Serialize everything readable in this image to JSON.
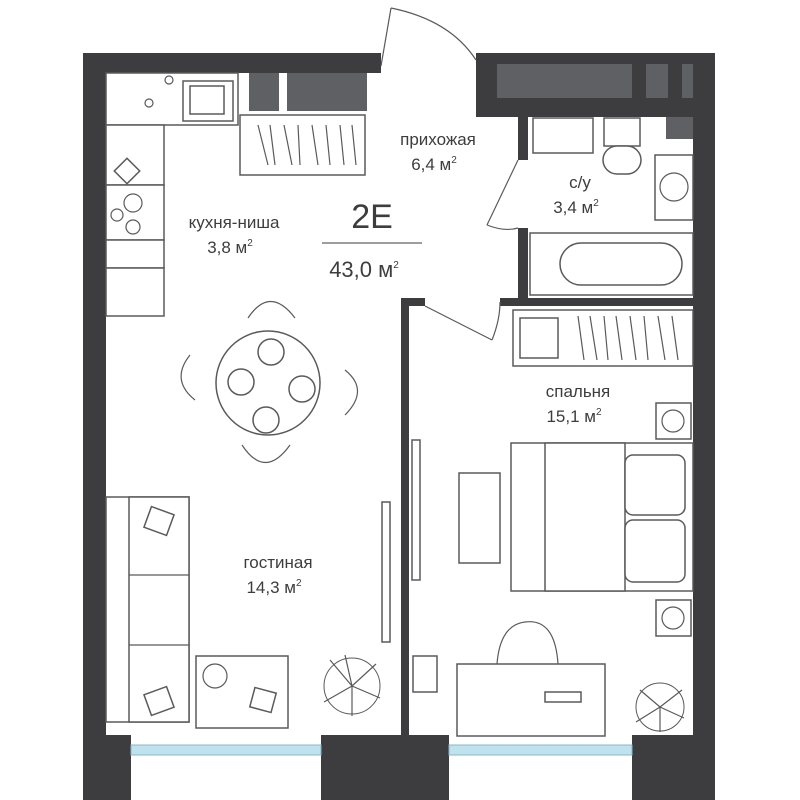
{
  "unit": {
    "code": "2E",
    "area_value": "43,0 м",
    "area_exp": "2"
  },
  "rooms": {
    "hallway": {
      "name": "прихожая",
      "area_value": "6,4 м",
      "area_exp": "2"
    },
    "bathroom": {
      "name": "с/у",
      "area_value": "3,4 м",
      "area_exp": "2"
    },
    "kitchen": {
      "name": "кухня-ниша",
      "area_value": "3,8 м",
      "area_exp": "2"
    },
    "bedroom": {
      "name": "спальня",
      "area_value": "15,1 м",
      "area_exp": "2"
    },
    "living": {
      "name": "гостиная",
      "area_value": "14,3 м",
      "area_exp": "2"
    }
  },
  "colors": {
    "wall": "#3d3d3f",
    "window": "#bfe3ee",
    "text": "#3d3d3f"
  }
}
